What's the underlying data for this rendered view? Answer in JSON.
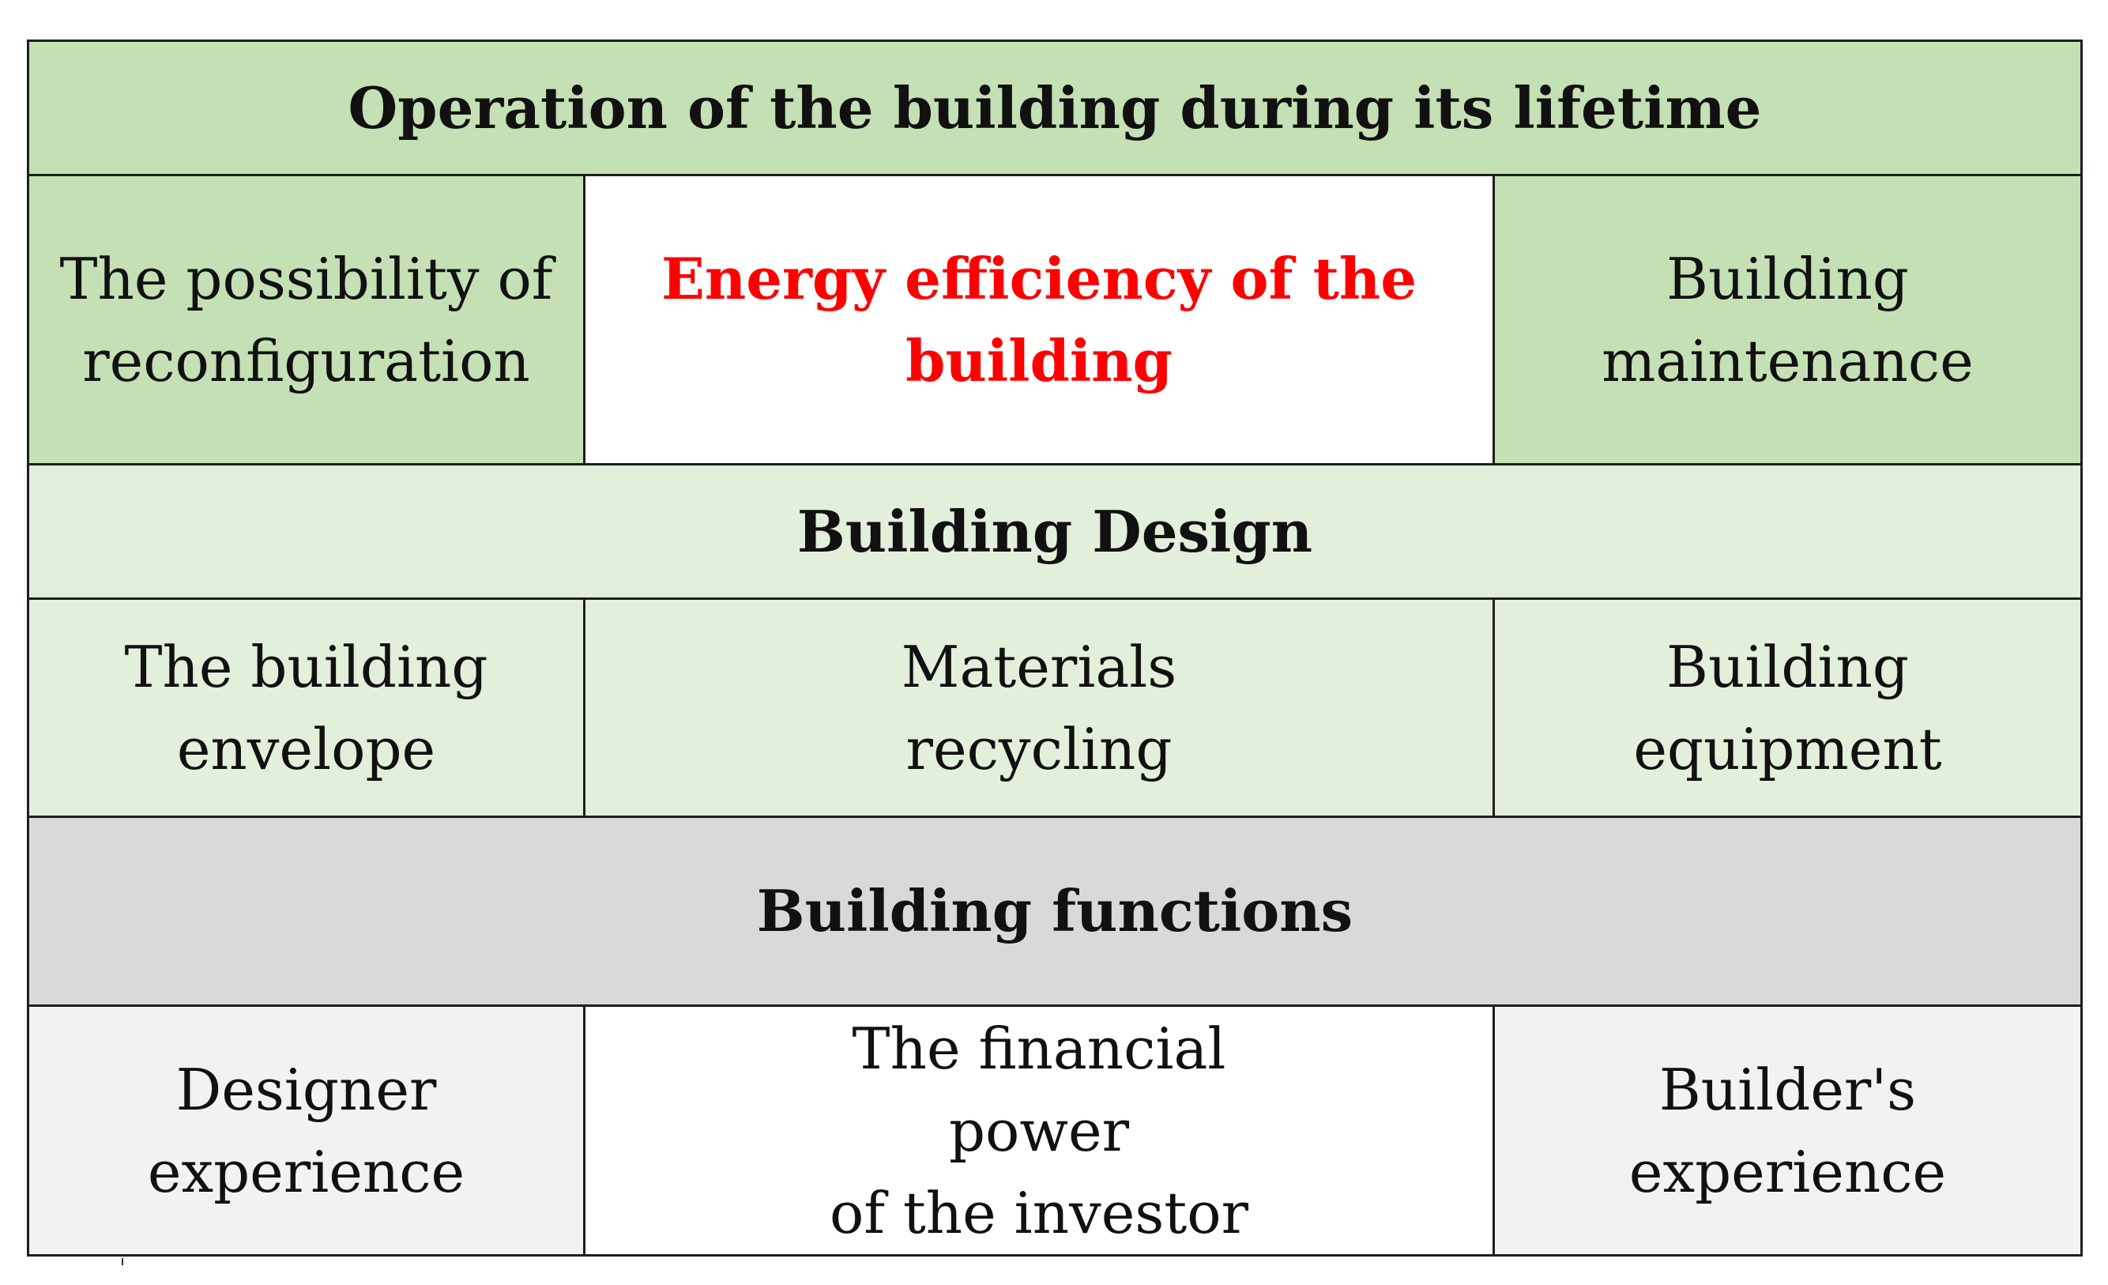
{
  "colors": {
    "header_green": "#c5e0b4",
    "light_green": "#e2efda",
    "header_grey": "#d9d9d9",
    "light_grey": "#f2f2f2",
    "highlight_red": "#ff0000",
    "border": "#1e1e1e"
  },
  "operation": {
    "title": "Operation of the building during its lifetime",
    "cells": [
      "The possibility of\nreconfiguration",
      "Energy efficiency of the\nbuilding",
      "Building\nmaintenance"
    ]
  },
  "design": {
    "title": "Building Design",
    "cells": [
      "The building\nenvelope",
      "Materials\nrecycling",
      "Building equipment"
    ]
  },
  "functions": {
    "title": "Building functions",
    "cells": [
      "Designer\nexperience",
      "The financial\npower\nof the investor",
      "Builder's\nexperience"
    ]
  }
}
